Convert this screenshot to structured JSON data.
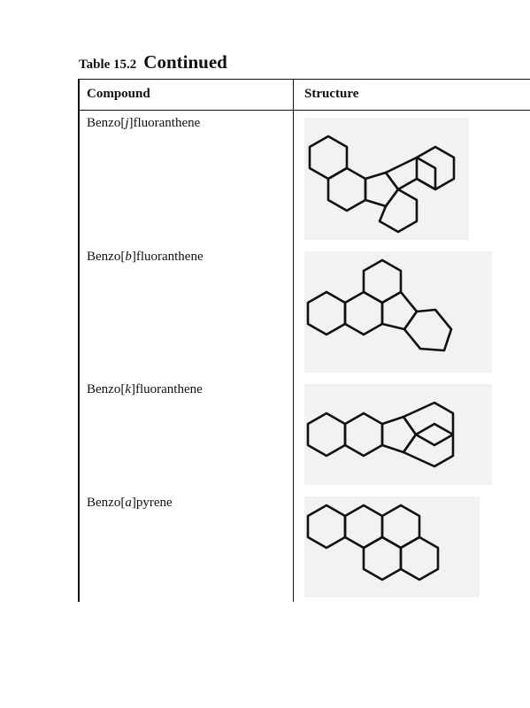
{
  "caption": {
    "label": "Table 15.2",
    "title": "Continued"
  },
  "table": {
    "headers": [
      "Compound",
      "Structure"
    ],
    "rows": [
      {
        "prefix": "Benzo[",
        "ring": "j",
        "suffix": "]fluoranthene",
        "structure_icon": "benzo-j-fluoranthene-structure"
      },
      {
        "prefix": "Benzo[",
        "ring": "b",
        "suffix": "]fluoranthene",
        "structure_icon": "benzo-b-fluoranthene-structure"
      },
      {
        "prefix": "Benzo[",
        "ring": "k",
        "suffix": "]fluoranthene",
        "structure_icon": "benzo-k-fluoranthene-structure"
      },
      {
        "prefix": "Benzo[",
        "ring": "a",
        "suffix": "]pyrene",
        "structure_icon": "benzo-a-pyrene-structure"
      }
    ]
  }
}
